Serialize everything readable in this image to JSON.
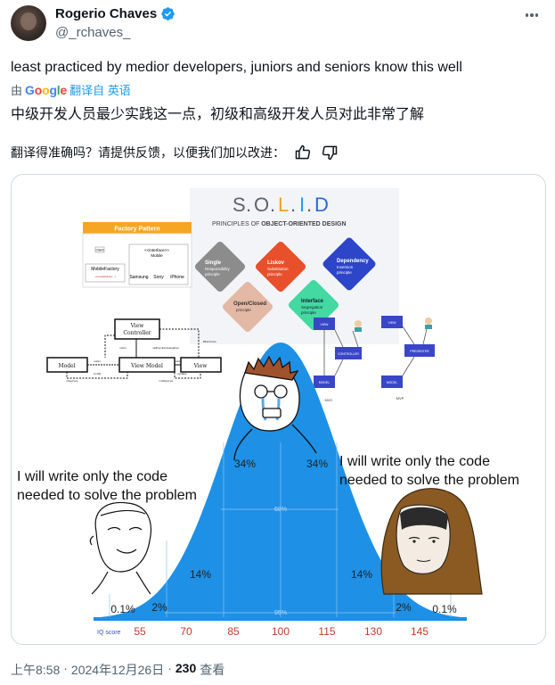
{
  "author": {
    "display_name": "Rogerio Chaves",
    "handle": "@_rchaves_"
  },
  "tweet": {
    "text": "least practiced by medior developers, juniors and seniors know this well",
    "translated_prefix": "由",
    "google": [
      "G",
      "o",
      "o",
      "g",
      "l",
      "e"
    ],
    "translate_link": "翻译自 英语",
    "translation": "中级开发人员最少实践这一点，初级和高级开发人员对此非常了解",
    "feedback_prompt": "翻译得准确吗？请提供反馈，以便我们加以改进：",
    "time": "上午8:58",
    "date": "2024年12月26日",
    "views": "230",
    "views_label": "查看"
  },
  "meme": {
    "solid": {
      "title_letters": [
        "S",
        ".",
        "O",
        ".",
        "L",
        ".",
        "I",
        ".",
        "D"
      ],
      "subtitle_prefix": "PRINCIPLES OF ",
      "subtitle_bold": "OBJECT-ORIENTED DESIGN",
      "principles": [
        {
          "letter": "S",
          "rest": "ingle",
          "line2": "Responsibility",
          "line3": "principle",
          "color": "#8c8c8c"
        },
        {
          "letter": "L",
          "rest": "iskov",
          "line2": "Substitution",
          "line3": "principle",
          "color": "#e8502b"
        },
        {
          "letter": "D",
          "rest": "ependency",
          "line2": "Inversion",
          "line3": "principle",
          "color": "#2c45c9"
        },
        {
          "letter": "O",
          "rest": "pen/Closed",
          "line2": "principle",
          "line3": "",
          "color": "#e3b8a4"
        },
        {
          "letter": "I",
          "rest": "nterface",
          "line2": "Segregation",
          "line3": "principle",
          "color": "#43d9a0"
        }
      ]
    },
    "factory": {
      "title": "Factory Pattern",
      "client": "Client",
      "interface": "<<interface>>",
      "mobile": "Mobile",
      "mobile_factory": "MobileFactory",
      "factory_method": "+createMobile(...)",
      "products": [
        "Samsung",
        "Sony",
        "iPhone"
      ]
    },
    "mvvm": {
      "view_controller_1": "View",
      "view_controller_2": "Controller",
      "model": "Model",
      "view_model": "View Model",
      "view": "View",
      "owns1": "owns",
      "owns2": "owns",
      "owns3": "owns",
      "notify": "notify",
      "update": "update",
      "observes": "observes",
      "configures": "configures",
      "callbacks": "callbacks/delegates",
      "ibactions": "IBActions"
    },
    "mvc_mvp": {
      "view": "VIEW",
      "controller": "CONTROLLER",
      "model": "MODEL",
      "presenter": "PRESENTER",
      "mvc": "MVC",
      "mvp": "MVP"
    },
    "left_text_1": "I will write only the code",
    "left_text_2": "needed to solve the problem",
    "right_text_1": "I will write only the code",
    "right_text_2": "needed to solve the problem",
    "bell": {
      "percent_labels": [
        "34%",
        "34%",
        "14%",
        "14%",
        "2%",
        "2%",
        "0.1%",
        "0.1%"
      ],
      "inner_68": "68%",
      "inner_95": "95%",
      "iq_label": "IQ score",
      "iq_ticks": [
        "55",
        "70",
        "85",
        "100",
        "115",
        "130",
        "145"
      ],
      "curve_color": "#1e90e6"
    }
  }
}
